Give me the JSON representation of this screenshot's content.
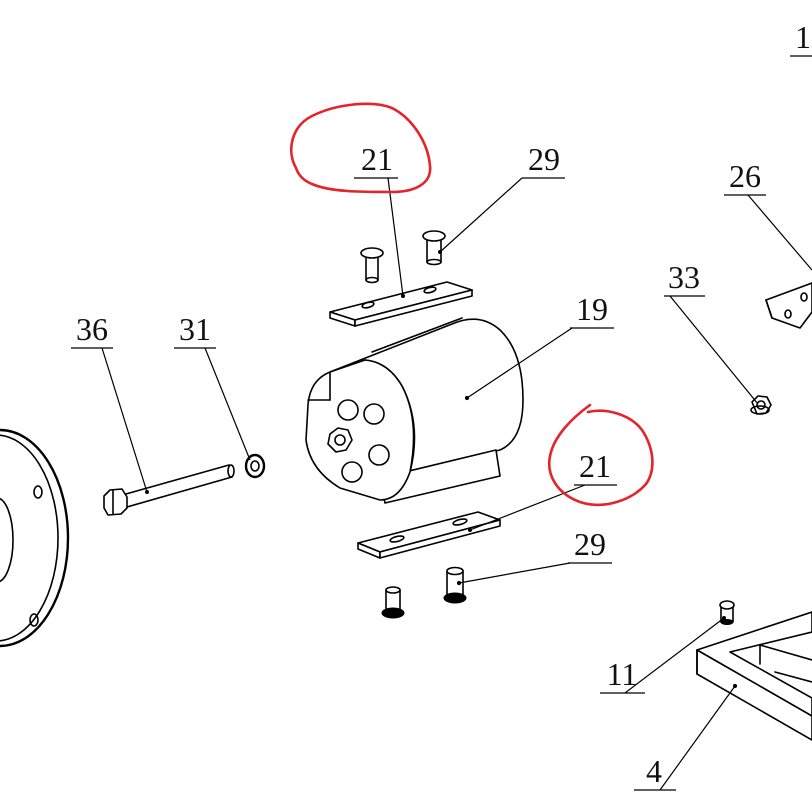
{
  "callouts": [
    "1",
    "21",
    "29",
    "26",
    "33",
    "19",
    "36",
    "31",
    "21",
    "29",
    "11",
    "4"
  ],
  "colors": {
    "ink": "#000000",
    "annotation": "#e3242b",
    "background": "#ffffff"
  }
}
